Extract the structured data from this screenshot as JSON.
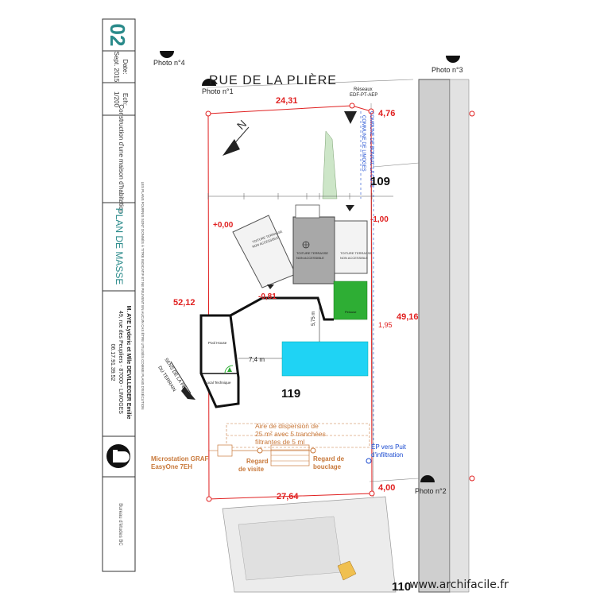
{
  "cartouche": {
    "sheet_number": "02",
    "date_label": "Date:",
    "date_value": "Sept. 2015",
    "scale_label": "Ech:",
    "scale_value": "1/200",
    "project_title": "Construction d'une maison d'habitation",
    "plan_title": "PLAN DE MASSE",
    "owner_line1": "M. AYE Lyderic et Mlle DEVILLEGER Emilie",
    "owner_line2": "49, rue des Peupliers - 87000 - LIMOGES",
    "owner_line3": "06.17.91.39.52",
    "vertical_note": "LES PLANS FOURNIS SONT DONNÉS À TITRE INDICATIF ET NE PEUVENT EN AUCUN CAS ÊTRE UTILISÉS COMME PLANS D'EXÉCUTION",
    "company_small": "Bureau d'études BC"
  },
  "plan": {
    "street": "RUE DE LA PLIÈRE",
    "photos": [
      "Photo n°4",
      "Photo n°3",
      "Photo n°1",
      "Photo n°2"
    ],
    "reseaux": [
      "Réseaux",
      "EDF-PT-AEP"
    ],
    "commune": [
      "COMMUNE DE LIMOGES",
      "COMMUNE DE BONNAC LA COTE"
    ],
    "lot_numbers": {
      "north": "109",
      "main": "119",
      "south": "110"
    },
    "dimensions": {
      "top": "24,31",
      "top_right": "4,76",
      "left": "52,12",
      "right": "49,16",
      "bottom": "27,64",
      "bottom_right": "4,00"
    },
    "levels": {
      "plus": "+0,00",
      "minus_right": "-1,00",
      "minus_mid": "-0,81"
    },
    "pool_dimension": "7,4 m",
    "side_dimension": "5,75 m",
    "small_dimension": "1,95",
    "slope_label": [
      "SENS DE LA PENTE",
      "DU TERRAIN"
    ],
    "terrace_labels": [
      "TOITURE TERRASSE",
      "NON ACCESSIBLE"
    ],
    "pool_house": "Pool House",
    "local_technique": "Local Technique",
    "pelouse": "Pelouse",
    "dispersion": [
      "Aire de dispersion de",
      "25 m² avec 5 tranchées",
      "filtrantes de 5 ml"
    ],
    "microstation": [
      "Microstation GRAF",
      "EasyOne 7EH"
    ],
    "regard_visite": [
      "Regard",
      "de visite"
    ],
    "regard_bouclage": [
      "Regard de",
      "bouclage"
    ],
    "ep_note": [
      "EP vers Puit",
      "d'infiltration"
    ]
  },
  "footer": {
    "watermark": "www.archifacile.fr"
  },
  "colors": {
    "red": "#e02020",
    "blue": "#1a4ad0",
    "orange": "#c8783a",
    "grey_roof": "#a8a8a8",
    "green": "#2eae34",
    "pool": "#1fd3f4",
    "teal": "#2a8a8a"
  }
}
